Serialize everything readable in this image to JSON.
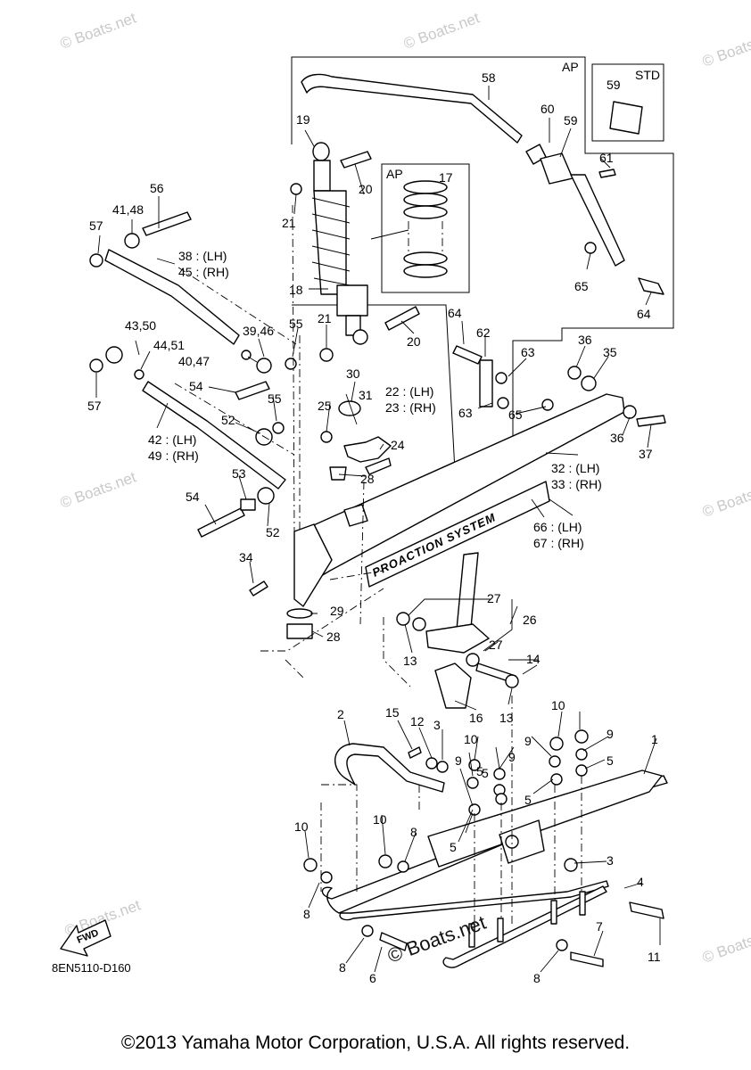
{
  "diagram_code": "8EN5110-D160",
  "copyright": "©2013 Yamaha Motor Corporation, U.S.A. All rights reserved.",
  "watermark": "© Boats.net",
  "boxes": {
    "ap_main": "AP",
    "ap_spring": "AP",
    "std": "STD"
  },
  "fwd_label": "FWD",
  "decal_text": "PROACTION SYSTEM",
  "callouts": {
    "c1": "1",
    "c2": "2",
    "c3a": "3",
    "c3b": "3",
    "c4": "4",
    "c5a": "5",
    "c5b": "5",
    "c5c": "5",
    "c5d": "5",
    "c5e": "5",
    "c6": "6",
    "c7": "7",
    "c8a": "8",
    "c8b": "8",
    "c8c": "8",
    "c8d": "8",
    "c9a": "9",
    "c9b": "9",
    "c9c": "9",
    "c9d": "9",
    "c10a": "10",
    "c10b": "10",
    "c10c": "10",
    "c10d": "10",
    "c11": "11",
    "c12": "12",
    "c13a": "13",
    "c13b": "13",
    "c14": "14",
    "c15": "15",
    "c16": "16",
    "c17": "17",
    "c18": "18",
    "c19": "19",
    "c20a": "20",
    "c20b": "20",
    "c21a": "21",
    "c21b": "21",
    "c22": "22 : (LH)",
    "c23": "23 : (RH)",
    "c24": "24",
    "c25": "25",
    "c26": "26",
    "c27a": "27",
    "c27b": "27",
    "c28a": "28",
    "c28b": "28",
    "c29": "29",
    "c30": "30",
    "c31": "31",
    "c32": "32 : (LH)",
    "c33": "33 : (RH)",
    "c34": "34",
    "c35": "35",
    "c36a": "36",
    "c36b": "36",
    "c37": "37",
    "c38": "38 : (LH)",
    "c45": "45 : (RH)",
    "c3946": "39,46",
    "c4047": "40,47",
    "c4148": "41,48",
    "c42": "42 : (LH)",
    "c49": "49 : (RH)",
    "c4350": "43,50",
    "c4451": "44,51",
    "c52a": "52",
    "c52b": "52",
    "c53": "53",
    "c54a": "54",
    "c54b": "54",
    "c55a": "55",
    "c55b": "55",
    "c56": "56",
    "c57a": "57",
    "c57b": "57",
    "c58": "58",
    "c59a": "59",
    "c59b": "59",
    "c60": "60",
    "c61": "61",
    "c62": "62",
    "c63a": "63",
    "c63b": "63",
    "c64a": "64",
    "c64b": "64",
    "c65a": "65",
    "c65b": "65",
    "c66": "66 : (LH)",
    "c67": "67 : (RH)"
  }
}
